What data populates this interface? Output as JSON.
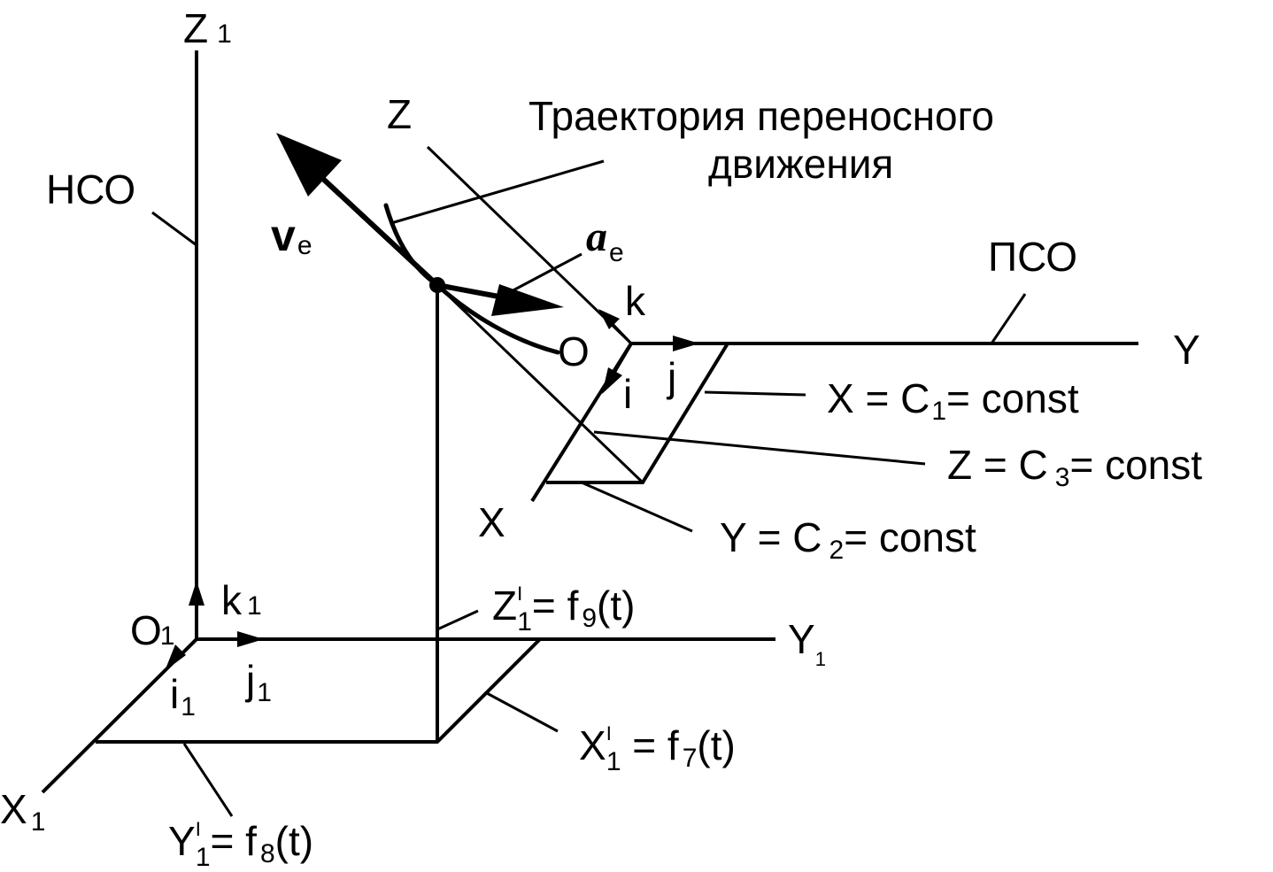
{
  "labels": {
    "z1_axis": "Z",
    "z1_axis_sub": "1",
    "y1_axis": "Y",
    "y1_axis_sub": "1",
    "x1_axis": "X",
    "x1_axis_sub": "1",
    "origin_o1": "O",
    "origin_o1_sub": "1",
    "k1": "k",
    "k1_sub": "1",
    "j1": "j",
    "j1_sub": "1",
    "i1": "i",
    "i1_sub": "1",
    "hso": "НСО",
    "pso": "ПСО",
    "z_axis": "Z",
    "y_axis": "Y",
    "x_axis": "X",
    "origin_o": "O",
    "k": "k",
    "j": "j",
    "i": "i",
    "ve": "v",
    "ve_sub": "e",
    "ae": "a",
    "ae_sub": "e",
    "trajectory_line1": "Траектория переносного",
    "trajectory_line2": "движения",
    "eq_x_pre": "X = C",
    "eq_x_sub": "1",
    "eq_x_post": "= const",
    "eq_z_pre": "Z = C",
    "eq_z_sub": "3",
    "eq_z_post": "= const",
    "eq_y_pre": "Y = C",
    "eq_y_sub": "2",
    "eq_y_post": "= const",
    "eq_z1_pre": "Z",
    "eq_z1_sup": "I",
    "eq_z1_sub": "1",
    "eq_z1_mid": "= f",
    "eq_z1_fsub": "9",
    "eq_z1_post": "(t)",
    "eq_x1_pre": "X",
    "eq_x1_sup": "I",
    "eq_x1_sub": "1",
    "eq_x1_mid": " = f",
    "eq_x1_fsub": "7",
    "eq_x1_post": "(t)",
    "eq_y1_pre": "Y",
    "eq_y1_sup": "I",
    "eq_y1_sub": "1",
    "eq_y1_mid": "= f",
    "eq_y1_fsub": "8",
    "eq_y1_post": "(t)"
  },
  "colors": {
    "stroke": "#000000",
    "background": "#ffffff"
  }
}
